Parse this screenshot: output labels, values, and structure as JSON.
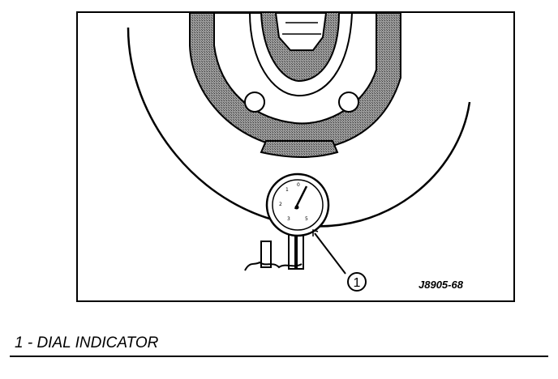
{
  "figure": {
    "callout": "1",
    "figure_id": "J8905-68"
  },
  "legend": {
    "text": "1 - DIAL INDICATOR"
  },
  "colors": {
    "ink": "#000000",
    "paper": "#ffffff",
    "shading": "#7a7a7a"
  }
}
